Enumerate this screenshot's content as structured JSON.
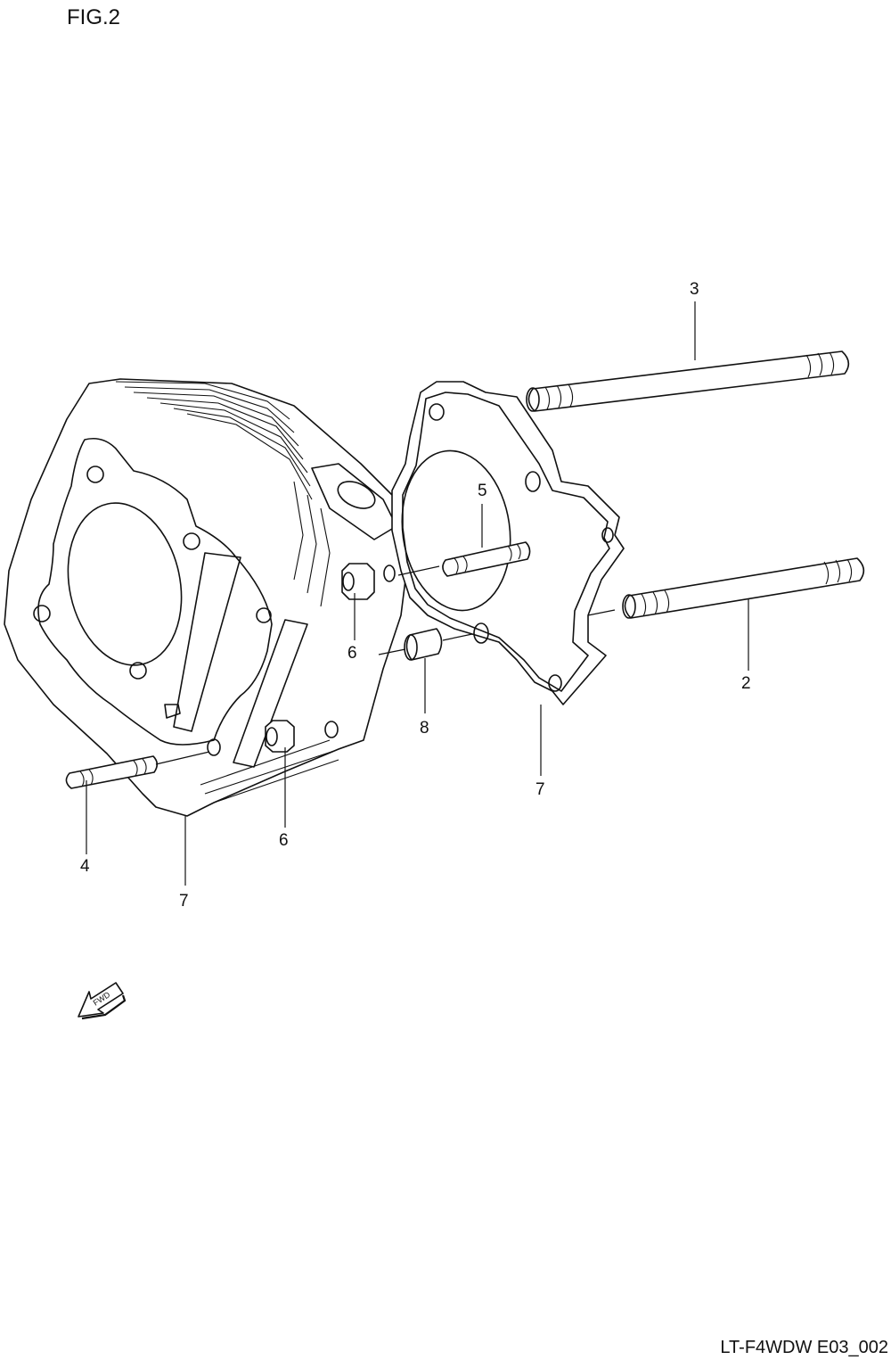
{
  "figure": {
    "title": "FIG.2",
    "drawing_code": "LT-F4WDW E03_002",
    "direction_label": "FWD"
  },
  "callouts": [
    {
      "id": "callout-2",
      "label": "2"
    },
    {
      "id": "callout-3",
      "label": "3"
    },
    {
      "id": "callout-4",
      "label": "4"
    },
    {
      "id": "callout-5",
      "label": "5"
    },
    {
      "id": "callout-6a",
      "label": "6"
    },
    {
      "id": "callout-6b",
      "label": "6"
    },
    {
      "id": "callout-7a",
      "label": "7"
    },
    {
      "id": "callout-7b",
      "label": "7"
    },
    {
      "id": "callout-8",
      "label": "8"
    }
  ],
  "colors": {
    "line": "#111111",
    "background": "#ffffff"
  }
}
